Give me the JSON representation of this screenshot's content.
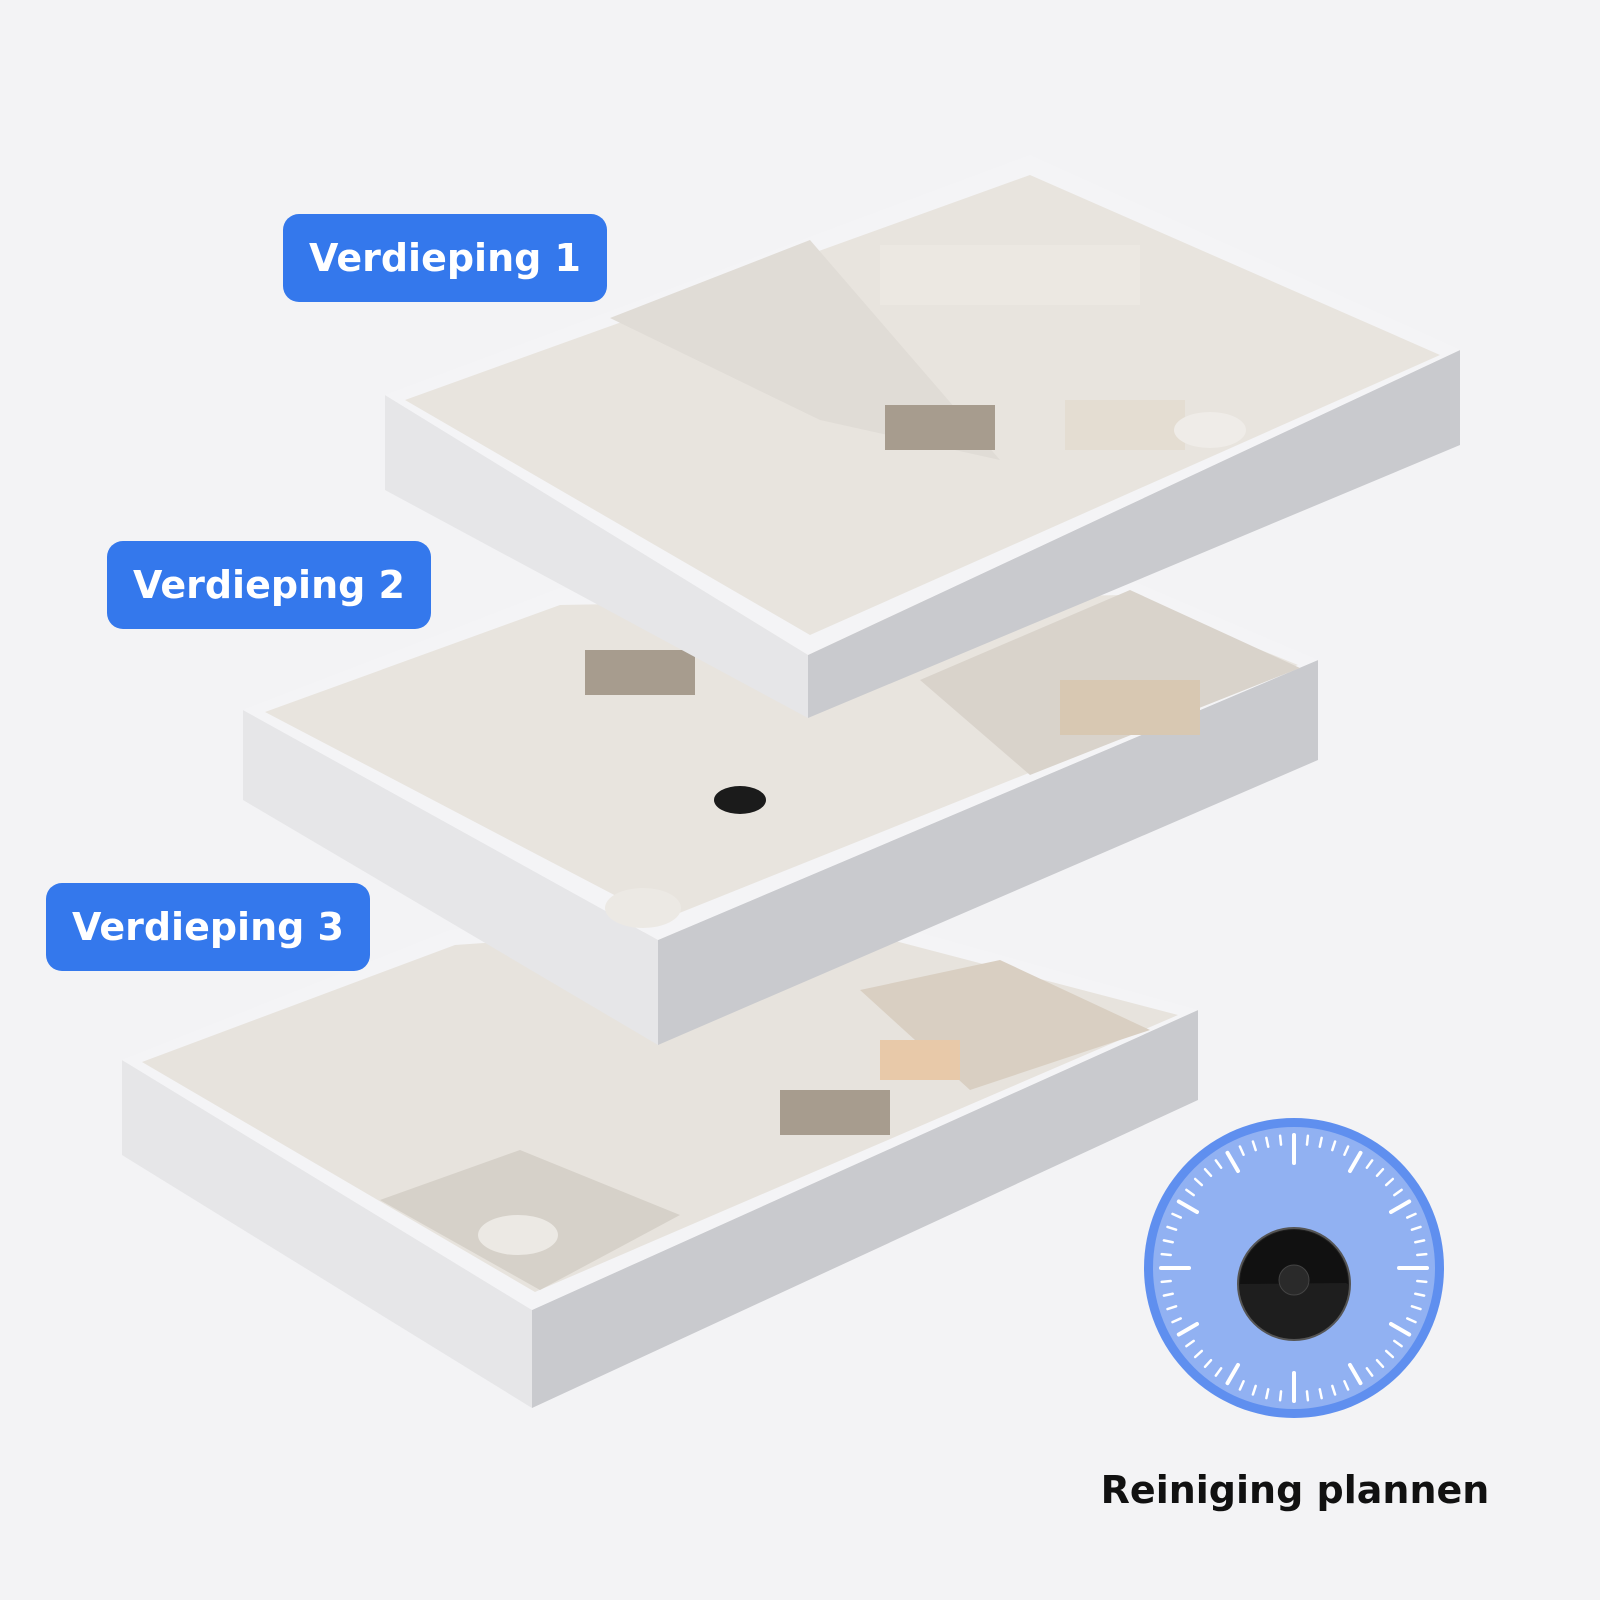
{
  "floors": [
    {
      "label": "Verdieping 1"
    },
    {
      "label": "Verdieping 2"
    },
    {
      "label": "Verdieping 3"
    }
  ],
  "schedule": {
    "caption": "Reiniging plannen",
    "icon": "clock-with-robot-vacuum-icon"
  },
  "colors": {
    "accent": "#3478ec",
    "clock_fill": "#91b1f2",
    "clock_ring": "#5f8fef"
  }
}
